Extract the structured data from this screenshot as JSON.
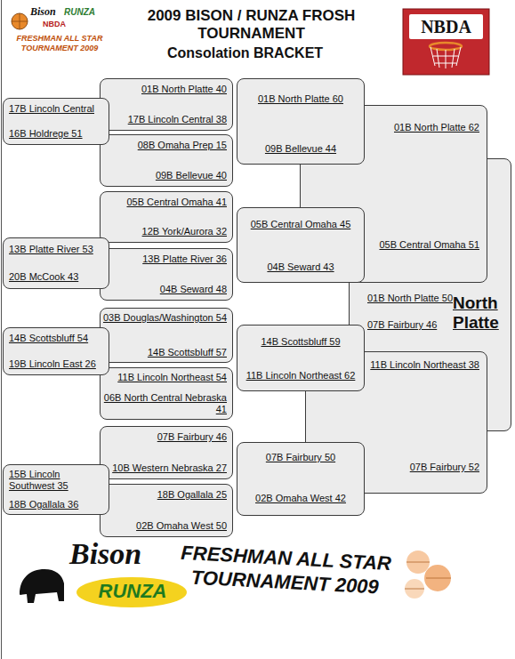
{
  "diagram": {
    "title": "2009 BISON / RUNZA FROSH TOURNAMENT",
    "nodes": [
      {
        "text": [
          "17B Lincoln Central",
          "16B Holdrege 51"
        ]
      },
      {
        "text": [
          "13B Platte River 53",
          "20B McCook 43"
        ]
      },
      {
        "text": [
          "14B Scottsbluff 54",
          "19B Lincoln East 26"
        ]
      },
      {
        "text": [
          "15B Lincoln Southwest 35",
          "18B Ogallala 36"
        ]
      },
      {
        "text": [
          "01B North Platte 40",
          "17B Lincoln Central 38"
        ]
      },
      {
        "text": [
          "08B Omaha Prep 15",
          "09B Bellevue 40"
        ]
      },
      {
        "text": [
          "05B Central Omaha 41",
          "12B York/Aurora 32"
        ]
      },
      {
        "text": [
          "13B Platte River 36",
          "04B Seward 48"
        ]
      },
      {
        "text": [
          "03B Douglas/Washington 54",
          "14B Scottsbluff 57"
        ]
      },
      {
        "text": [
          "11B Lincoln Northeast 54",
          "06B North Central Nebraska 41"
        ]
      },
      {
        "text": [
          "07B Fairbury 46",
          "10B Western Nebraska 27"
        ]
      },
      {
        "text": [
          "18B Ogallala 25",
          "02B Omaha West 50"
        ]
      },
      {
        "text": [
          "01B North Platte 60",
          "09B Bellevue 44"
        ]
      },
      {
        "text": [
          "05B Central Omaha 45",
          "04B Seward 43"
        ]
      },
      {
        "text": [
          "14B Scottsbluff 59",
          "11B Lincoln Northeast 62"
        ]
      },
      {
        "text": [
          "07B Fairbury 50",
          "02B Omaha West 42"
        ]
      },
      {
        "text": [
          "01B North Platte 62",
          "05B Central Omaha 51"
        ]
      },
      {
        "text": [
          "11B Lincoln Northeast 38",
          "07B Fairbury 52"
        ]
      },
      {
        "text": [
          "01B North Platte 50",
          "07B Fairbury 46"
        ]
      }
    ],
    "labels": [
      "Bison",
      "RUNZA",
      "NBDA",
      "FRESHMAN ALL STAR TOURNAMENT 2009",
      "Consolation BRACKET",
      "NBDA",
      "North Platte",
      "Bison",
      "RUNZA",
      "FRESHMAN ALL STAR TOURNAMENT 2009"
    ]
  }
}
